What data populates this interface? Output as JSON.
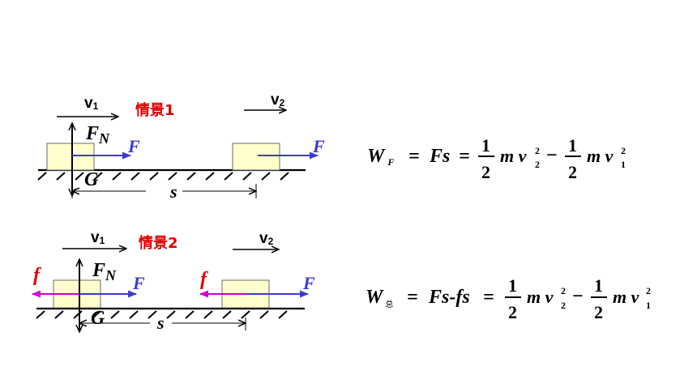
{
  "colors": {
    "background": "#ffffff",
    "block_fill": "#ffffcc",
    "block_stroke": "#6b6b6b",
    "ground": "#000000",
    "force_F": "#3a3ad8",
    "force_f": "#cc00cc",
    "label_f": "#e00000",
    "scene_label": "#e00000",
    "text": "#000000"
  },
  "scene1": {
    "title": "情景1",
    "v1_label": "v",
    "v1_sub": "1",
    "v2_label": "v",
    "v2_sub": "2",
    "normal_force": "F",
    "normal_force_sub": "N",
    "gravity": "G",
    "applied_force_left": "F",
    "applied_force_right": "F",
    "displacement": "s"
  },
  "scene2": {
    "title": "情景2",
    "v1_label": "v",
    "v1_sub": "1",
    "v2_label": "v",
    "v2_sub": "2",
    "normal_force": "F",
    "normal_force_sub": "N",
    "gravity": "G",
    "applied_force_left": "F",
    "applied_force_right": "F",
    "friction_left": "f",
    "friction_right": "f",
    "displacement": "s"
  },
  "equation1": {
    "lhs": "W",
    "lhs_sub": "F",
    "eq1": "=",
    "mid": "Fs",
    "eq2": "=",
    "num1": "1",
    "den1": "2",
    "term1": "m v",
    "term1_sub": "2",
    "term1_sup": "2",
    "minus": "−",
    "num2": "1",
    "den2": "2",
    "term2": "m v",
    "term2_sub": "1",
    "term2_sup": "2"
  },
  "equation2": {
    "lhs": "W",
    "lhs_sub": "总",
    "eq1": "=",
    "mid": "Fs-fs",
    "eq2": "=",
    "num1": "1",
    "den1": "2",
    "term1": "m v",
    "term1_sub": "2",
    "term1_sup": "2",
    "minus": "−",
    "num2": "1",
    "den2": "2",
    "term2": "m v",
    "term2_sub": "1",
    "term2_sup": "2"
  }
}
